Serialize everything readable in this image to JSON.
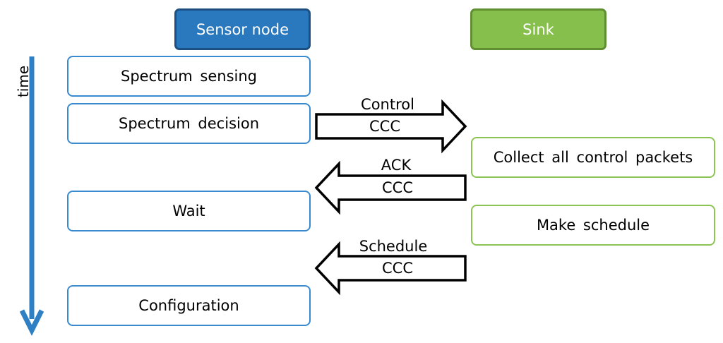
{
  "headers": {
    "sensor": "Sensor node",
    "sink": "Sink"
  },
  "time_axis": {
    "label": "time"
  },
  "sensor_steps": [
    "Spectrum  sensing",
    "Spectrum  decision",
    "Wait",
    "Configuration"
  ],
  "sink_steps": [
    "Collect all control packets",
    "Make schedule"
  ],
  "messages": [
    {
      "label": "Control",
      "channel": "CCC",
      "direction": "right"
    },
    {
      "label": "ACK",
      "channel": "CCC",
      "direction": "left"
    },
    {
      "label": "Schedule",
      "channel": "CCC",
      "direction": "left"
    }
  ],
  "colors": {
    "sensor_header": "#2a78be",
    "sink_header": "#86bf4b",
    "sensor_border": "#3a8ad0",
    "sink_border": "#8cc453",
    "time_arrow": "#2e7fc4"
  }
}
